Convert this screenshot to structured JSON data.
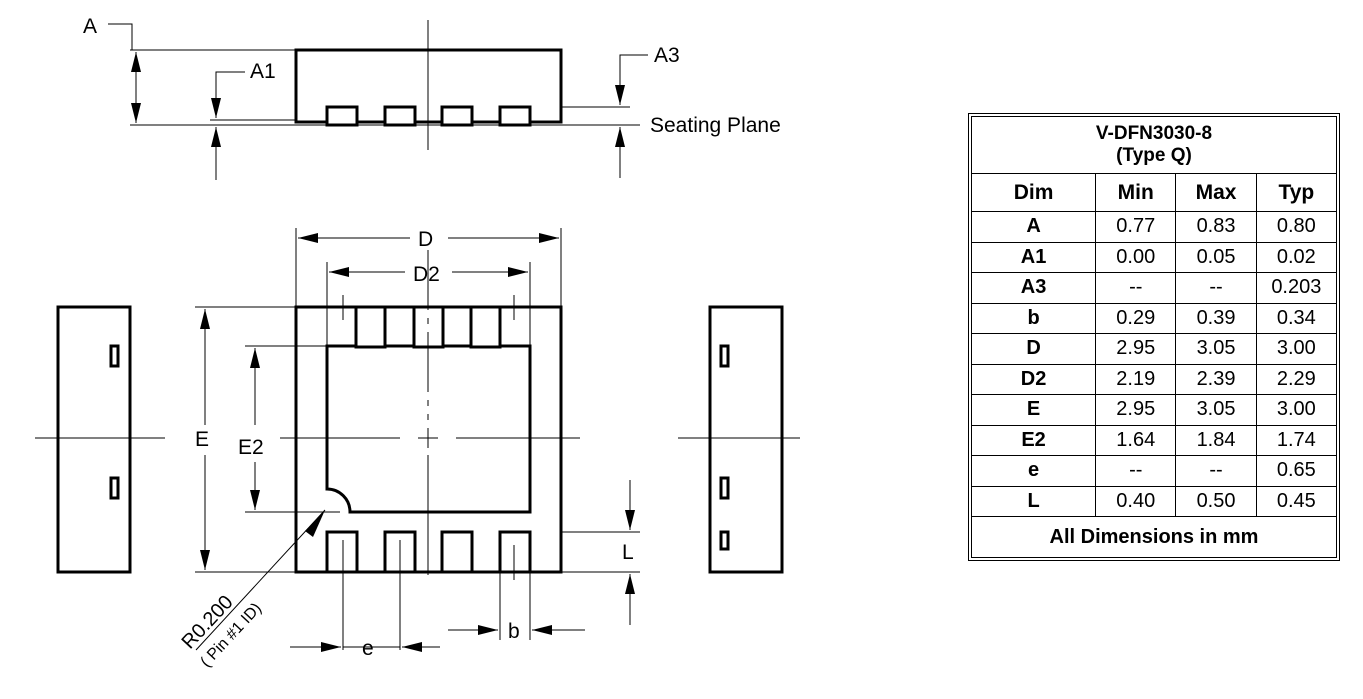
{
  "labels": {
    "A": "A",
    "A1": "A1",
    "A3": "A3",
    "seating_plane": "Seating Plane",
    "D": "D",
    "D2": "D2",
    "E": "E",
    "E2": "E2",
    "L": "L",
    "e": "e",
    "b": "b",
    "radius": "R0.200",
    "pin_id": "( Pin #1 ID)"
  },
  "table": {
    "title_line1": "V-DFN3030-8",
    "title_line2": "(Type Q)",
    "headers": [
      "Dim",
      "Min",
      "Max",
      "Typ"
    ],
    "rows": [
      [
        "A",
        "0.77",
        "0.83",
        "0.80"
      ],
      [
        "A1",
        "0.00",
        "0.05",
        "0.02"
      ],
      [
        "A3",
        "--",
        "--",
        "0.203"
      ],
      [
        "b",
        "0.29",
        "0.39",
        "0.34"
      ],
      [
        "D",
        "2.95",
        "3.05",
        "3.00"
      ],
      [
        "D2",
        "2.19",
        "2.39",
        "2.29"
      ],
      [
        "E",
        "2.95",
        "3.05",
        "3.00"
      ],
      [
        "E2",
        "1.64",
        "1.84",
        "1.74"
      ],
      [
        "e",
        "--",
        "--",
        "0.65"
      ],
      [
        "L",
        "0.40",
        "0.50",
        "0.45"
      ]
    ],
    "footer": "All Dimensions in mm"
  }
}
